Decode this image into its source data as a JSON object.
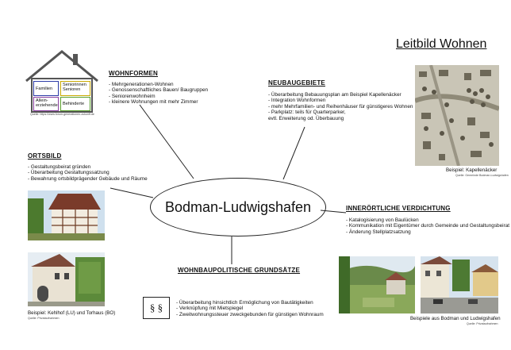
{
  "title": "Leitbild Wohnen",
  "center": "Bodman-Ludwigshafen",
  "house": {
    "cells": [
      "Familien",
      "Seniorinnen Senioren",
      "Allein-erziehende",
      "Behinderte"
    ],
    "colors": [
      "#2b3aa6",
      "#c9a800",
      "#8a3fa0",
      "#5aa02c"
    ],
    "source": "Quelle: https://www.forum-generationen-zukunft.de"
  },
  "wohnformen": {
    "title": "WOHNFORMEN",
    "items": [
      "- Mehrgenerationen-Wohnen",
      "- Genossenschaftliches Bauen/ Baugruppen",
      "- Seniorenwohnheim",
      "- kleinere Wohnungen mit mehr Zimmer"
    ]
  },
  "neubaugebiete": {
    "title": "NEUBAUGEBIETE",
    "items": [
      "- Überarbeitung Bebauungsplan am Beispiel Kapellenäcker",
      "- Integration Wohnformen",
      "- mehr Mehrfamilien- und Reihenhäuser für günstigeres Wohnen",
      "- Parkplatz: teils für Quarterparker,",
      "   evtl. Erweiterung od. Überbauung"
    ],
    "caption": "Beispiel: Kapellenäcker",
    "source": "Quelle: Gemeinde Bodman-Ludwigshafen"
  },
  "ortsbild": {
    "title": "ORTSBILD",
    "items": [
      "- Gestaltungsbeirat gründen",
      "- Überarbeitung Gestaltungssatzung",
      "- Bewahrung ortsbildprägender Gebäude und Räume"
    ],
    "caption": "Beispiel: Kehlhof (LU) und Torhaus (BO)",
    "source": "Quelle: Privataufnahmen"
  },
  "verdichtung": {
    "title": "INNERÖRTLICHE  VERDICHTUNG",
    "items": [
      "- Katalogisierung von Baulücken",
      "- Kommunikation mit Eigentümer durch Gemeinde und Gestaltungsbeirat",
      "- Änderung Stellplatzsatzung"
    ],
    "caption": "Beispiele aus Bodman und Ludwigshafen",
    "source": "Quelle: Privataufnahmen"
  },
  "wohnbaupolitik": {
    "title": "WOHNBAUPOLITISCHE GRUNDSÄTZE",
    "symbol": "§ §",
    "items": [
      "- Überarbeitung hinsichtlich Ermöglichung von Bautätigkeiten",
      "- Verknüpfung mit Mietspiegel",
      "- Zweitwohnungssteuer zweckgebunden für günstigen Wohnraum"
    ]
  }
}
